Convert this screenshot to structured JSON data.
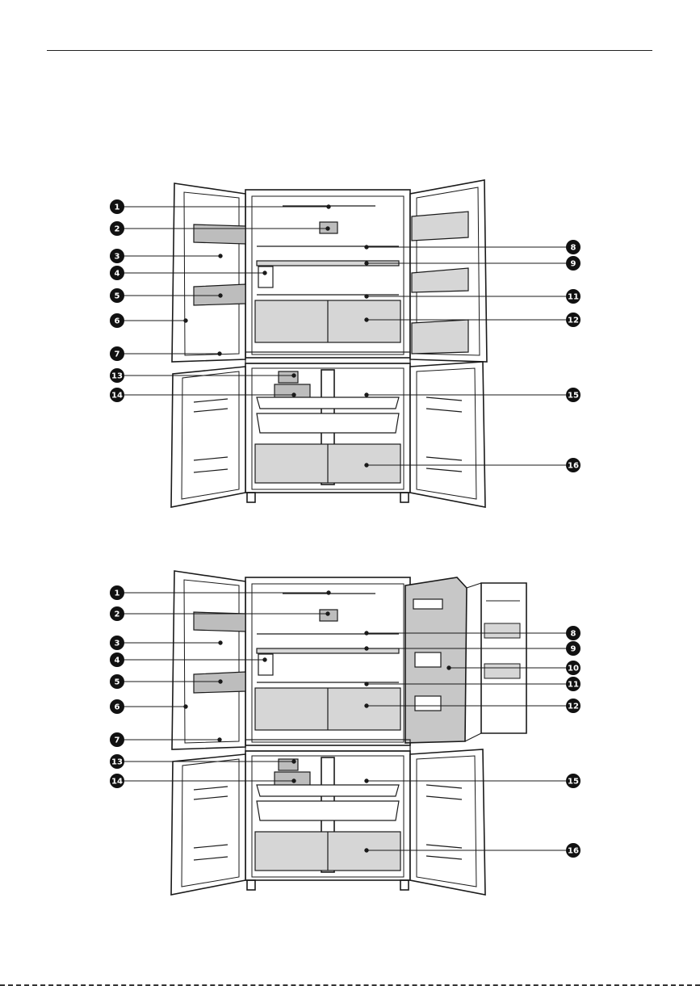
{
  "colors": {
    "line": "#1a1a1a",
    "panel_fill": "#d6d6d6",
    "panel_dark": "#bdbdbd",
    "door_fill": "#c7c7c7",
    "callout_fill": "#111111"
  },
  "diagrams": [
    {
      "id": "top",
      "right_door_variant": "open-shelves",
      "callouts_left": [
        "1",
        "2",
        "3",
        "4",
        "5",
        "6",
        "7",
        "13",
        "14"
      ],
      "callouts_right": [
        "8",
        "9",
        "11",
        "12",
        "15",
        "16"
      ]
    },
    {
      "id": "bottom",
      "right_door_variant": "door-in-door",
      "callouts_left": [
        "1",
        "2",
        "3",
        "4",
        "5",
        "6",
        "7",
        "13",
        "14"
      ],
      "callouts_right": [
        "8",
        "9",
        "10",
        "11",
        "12",
        "15",
        "16"
      ]
    }
  ]
}
